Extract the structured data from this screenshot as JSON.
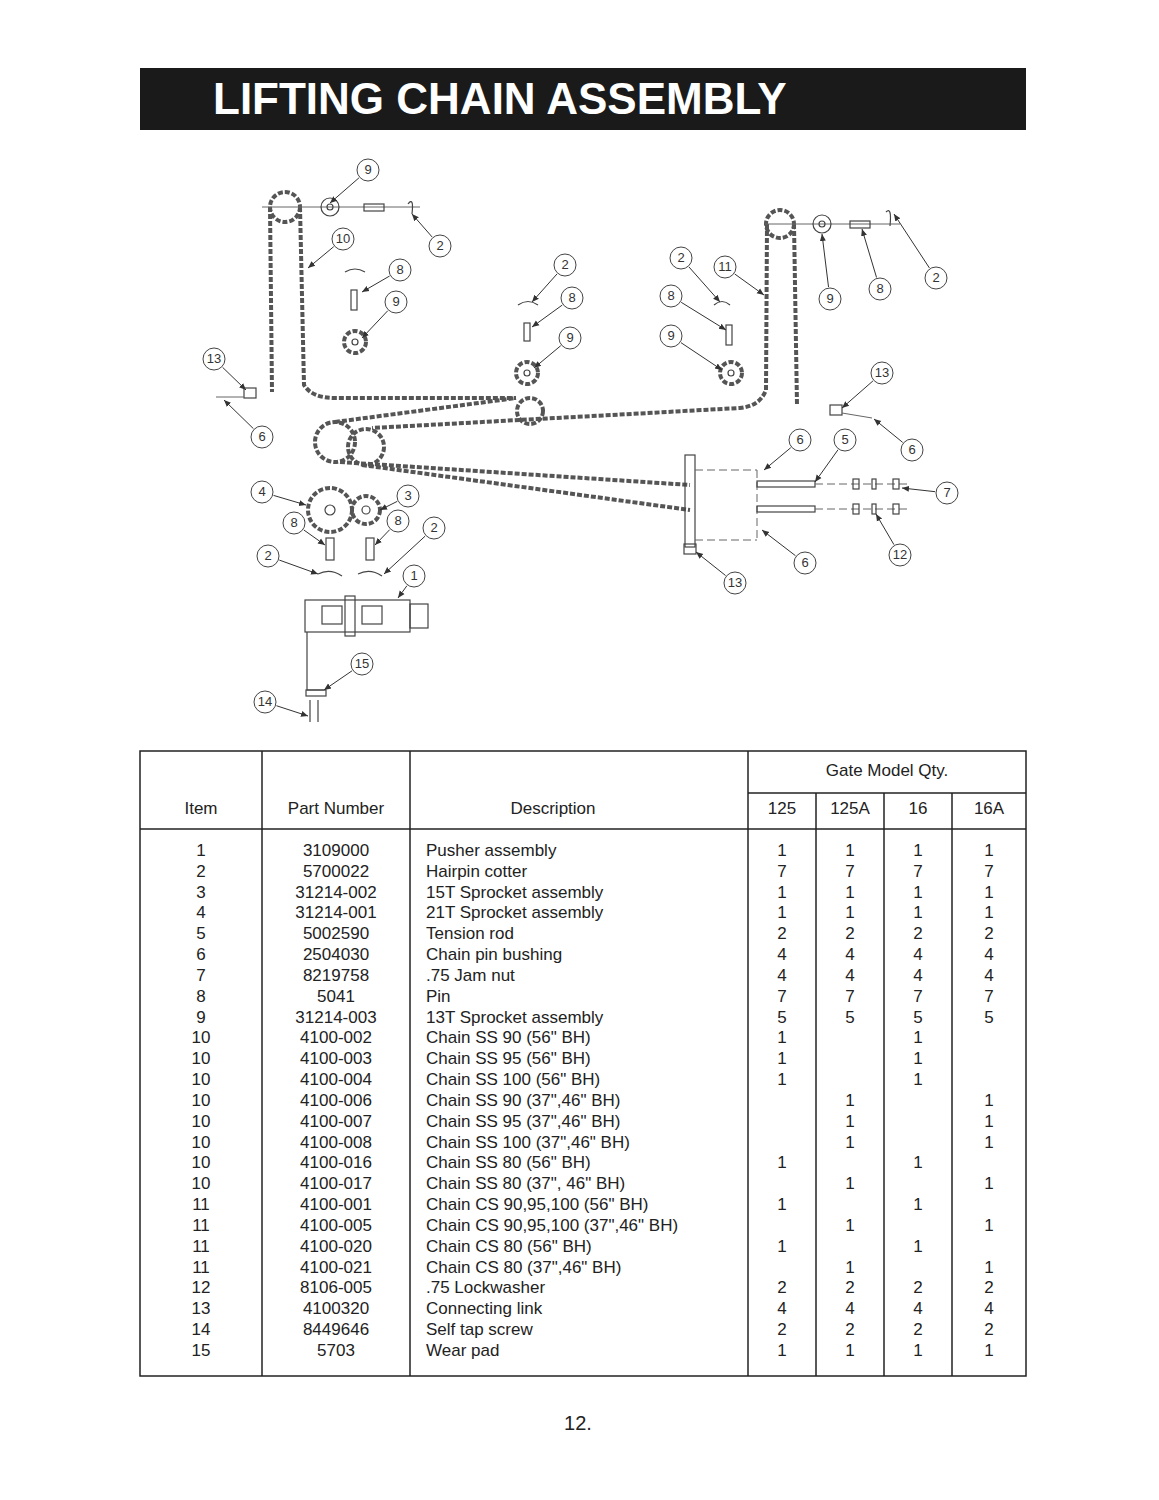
{
  "diagram": {
    "title": "LIFTING CHAIN ASSEMBLY",
    "labels": [
      "9",
      "10",
      "8",
      "2",
      "9",
      "13",
      "6",
      "2",
      "8",
      "9",
      "2",
      "11",
      "8",
      "9",
      "9",
      "8",
      "2",
      "13",
      "6",
      "5",
      "6",
      "7",
      "12",
      "6",
      "13",
      "4",
      "3",
      "8",
      "8",
      "2",
      "2",
      "1",
      "15",
      "14",
      "Gate Model Qty.",
      "Item",
      "Part Number",
      "Description",
      "125",
      "125A",
      "16",
      "16A",
      "1",
      "3109000",
      "Pusher assembly",
      "1",
      "1",
      "1",
      "1",
      "2",
      "5700022",
      "Hairpin cotter",
      "7",
      "7",
      "7",
      "7",
      "3",
      "31214-002",
      "15T Sprocket assembly",
      "1",
      "1",
      "1",
      "1",
      "4",
      "31214-001",
      "21T Sprocket assembly",
      "1",
      "1",
      "1",
      "1",
      "5",
      "5002590",
      "Tension rod",
      "2",
      "2",
      "2",
      "2",
      "6",
      "2504030",
      "Chain pin bushing",
      "4",
      "4",
      "4",
      "4",
      "7",
      "8219758",
      ".75 Jam nut",
      "4",
      "4",
      "4",
      "4",
      "8",
      "5041",
      "Pin",
      "7",
      "7",
      "7",
      "7",
      "9",
      "31214-003",
      "13T Sprocket assembly",
      "5",
      "5",
      "5",
      "5",
      "10",
      "4100-002",
      "Chain SS 90 (56\" BH)",
      "1",
      "1",
      "10",
      "4100-003",
      "Chain SS 95 (56\" BH)",
      "1",
      "1",
      "10",
      "4100-004",
      "Chain SS 100 (56\" BH)",
      "1",
      "1",
      "10",
      "4100-006",
      "Chain SS 90 (37\",46\" BH)",
      "1",
      "1",
      "10",
      "4100-007",
      "Chain SS 95 (37\",46\" BH)",
      "1",
      "1",
      "10",
      "4100-008",
      "Chain SS 100 (37\",46\" BH)",
      "1",
      "1",
      "10",
      "4100-016",
      "Chain SS 80 (56\" BH)",
      "1",
      "1",
      "10",
      "4100-017",
      "Chain SS 80 (37\", 46\" BH)",
      "1",
      "1",
      "11",
      "4100-001",
      "Chain CS 90,95,100 (56\" BH)",
      "1",
      "1",
      "11",
      "4100-005",
      "Chain CS 90,95,100 (37\",46\" BH)",
      "1",
      "1",
      "11",
      "4100-020",
      "Chain CS 80 (56\" BH)",
      "1",
      "1",
      "11",
      "4100-021",
      "Chain CS 80 (37\",46\" BH)",
      "1",
      "1",
      "12",
      "8106-005",
      ".75 Lockwasher",
      "2",
      "2",
      "2",
      "2",
      "13",
      "4100320",
      "Connecting link",
      "4",
      "4",
      "4",
      "4",
      "14",
      "8449646",
      "Self tap screw",
      "2",
      "2",
      "2",
      "2",
      "15",
      "5703",
      "Wear pad",
      "1",
      "1",
      "1",
      "1",
      "12."
    ]
  }
}
